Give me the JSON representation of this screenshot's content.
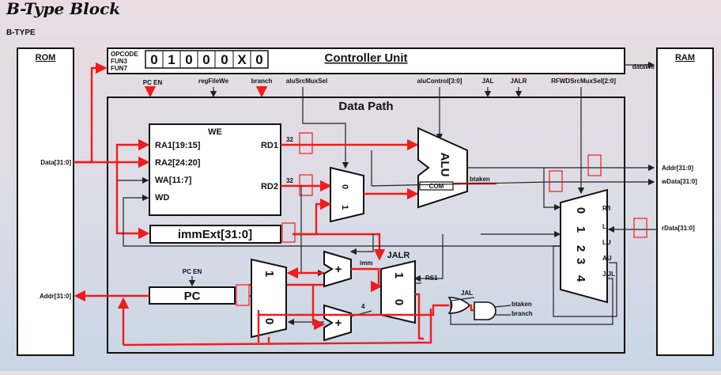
{
  "title": "B-Type Block",
  "subtitle": "B-TYPE",
  "rom": {
    "label": "ROM",
    "data_port": "Data[31:0]",
    "addr_port": "Addr[31:0]"
  },
  "ram": {
    "label": "RAM",
    "write_enable": "dataWe",
    "addr": "Addr[31:0]",
    "wdata": "wData[31:0]",
    "rdata": "rData[31:0]"
  },
  "controller": {
    "title": "Controller Unit",
    "inputs": [
      "OPCODE",
      "FUN3",
      "FUN7"
    ],
    "opcode_bits": [
      "0",
      "1",
      "0",
      "0",
      "0",
      "X",
      "0"
    ],
    "signals": {
      "pc_en": "PC EN",
      "regfile_we": "regFileWe",
      "branch": "branch",
      "alu_src_mux_sel": "aluSrcMuxSel",
      "alu_control": "aluControl[3:0]",
      "jal": "JAL",
      "jalr": "JALR",
      "rfwd_src_mux_sel": "RFWDSrcMuxSel[2:0]"
    }
  },
  "datapath": {
    "title": "Data Path",
    "regfile": {
      "we": "WE",
      "ra1": "RA1[19:15]",
      "ra2": "RA2[24:20]",
      "wa": "WA[11:7]",
      "wd": "WD",
      "rd1": "RD1",
      "rd2": "RD2",
      "width1": "32",
      "width2": "32"
    },
    "alu_src_mux": {
      "in0": "0",
      "in1": "1"
    },
    "alu": {
      "label": "ALU",
      "com": "COM",
      "btaken": "btaken"
    },
    "imm_ext": "immExt[31:0]",
    "pc": {
      "label": "PC",
      "en": "PC EN"
    },
    "pc_mux": {
      "in1": "1",
      "in0": "0"
    },
    "adder_imm_label": "imm",
    "adder_four_label": "4",
    "jalr_mux": {
      "label": "JALR",
      "in1": "1",
      "in0": "0",
      "rs1": "RS1"
    },
    "gates": {
      "jal": "JAL",
      "btaken": "btaken",
      "branch": "branch"
    },
    "wb_mux": {
      "inputs": [
        "0",
        "1",
        "2",
        "3",
        "4"
      ],
      "labels": [
        "R/I",
        "L",
        "LU",
        "AU",
        "J/JL"
      ]
    }
  }
}
